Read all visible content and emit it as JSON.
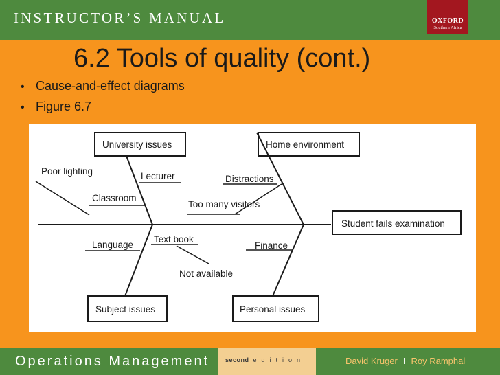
{
  "header": {
    "manual_title": "INSTRUCTOR’S MANUAL",
    "publisher": "OXFORD",
    "publisher_region": "Southern Africa"
  },
  "slide": {
    "title": "6.2 Tools of quality (cont.)",
    "bullets": [
      "Cause-and-effect diagrams",
      "Figure 6.7"
    ]
  },
  "diagram": {
    "effect": "Student fails examination",
    "categories": {
      "university": "University issues",
      "home": "Home environment",
      "subject": "Subject issues",
      "personal": "Personal issues"
    },
    "causes": {
      "poor_lighting": "Poor lighting",
      "lecturer": "Lecturer",
      "classroom": "Classroom",
      "distractions": "Distractions",
      "too_many_visitors": "Too many visitors",
      "language": "Language",
      "text_book": "Text book",
      "not_available": "Not available",
      "finance": "Finance"
    }
  },
  "footer": {
    "book_title": "Operations Management",
    "edition_word1": "second",
    "edition_word2": "edition",
    "author1": "David Kruger",
    "separator": "I",
    "author2": "Roy Ramphal"
  },
  "colors": {
    "background": "#f7941d",
    "bar_green": "#4e8a3e",
    "oxford_red": "#a3171f",
    "edition_box": "#f3cf92",
    "author_text": "#f7c46c"
  }
}
